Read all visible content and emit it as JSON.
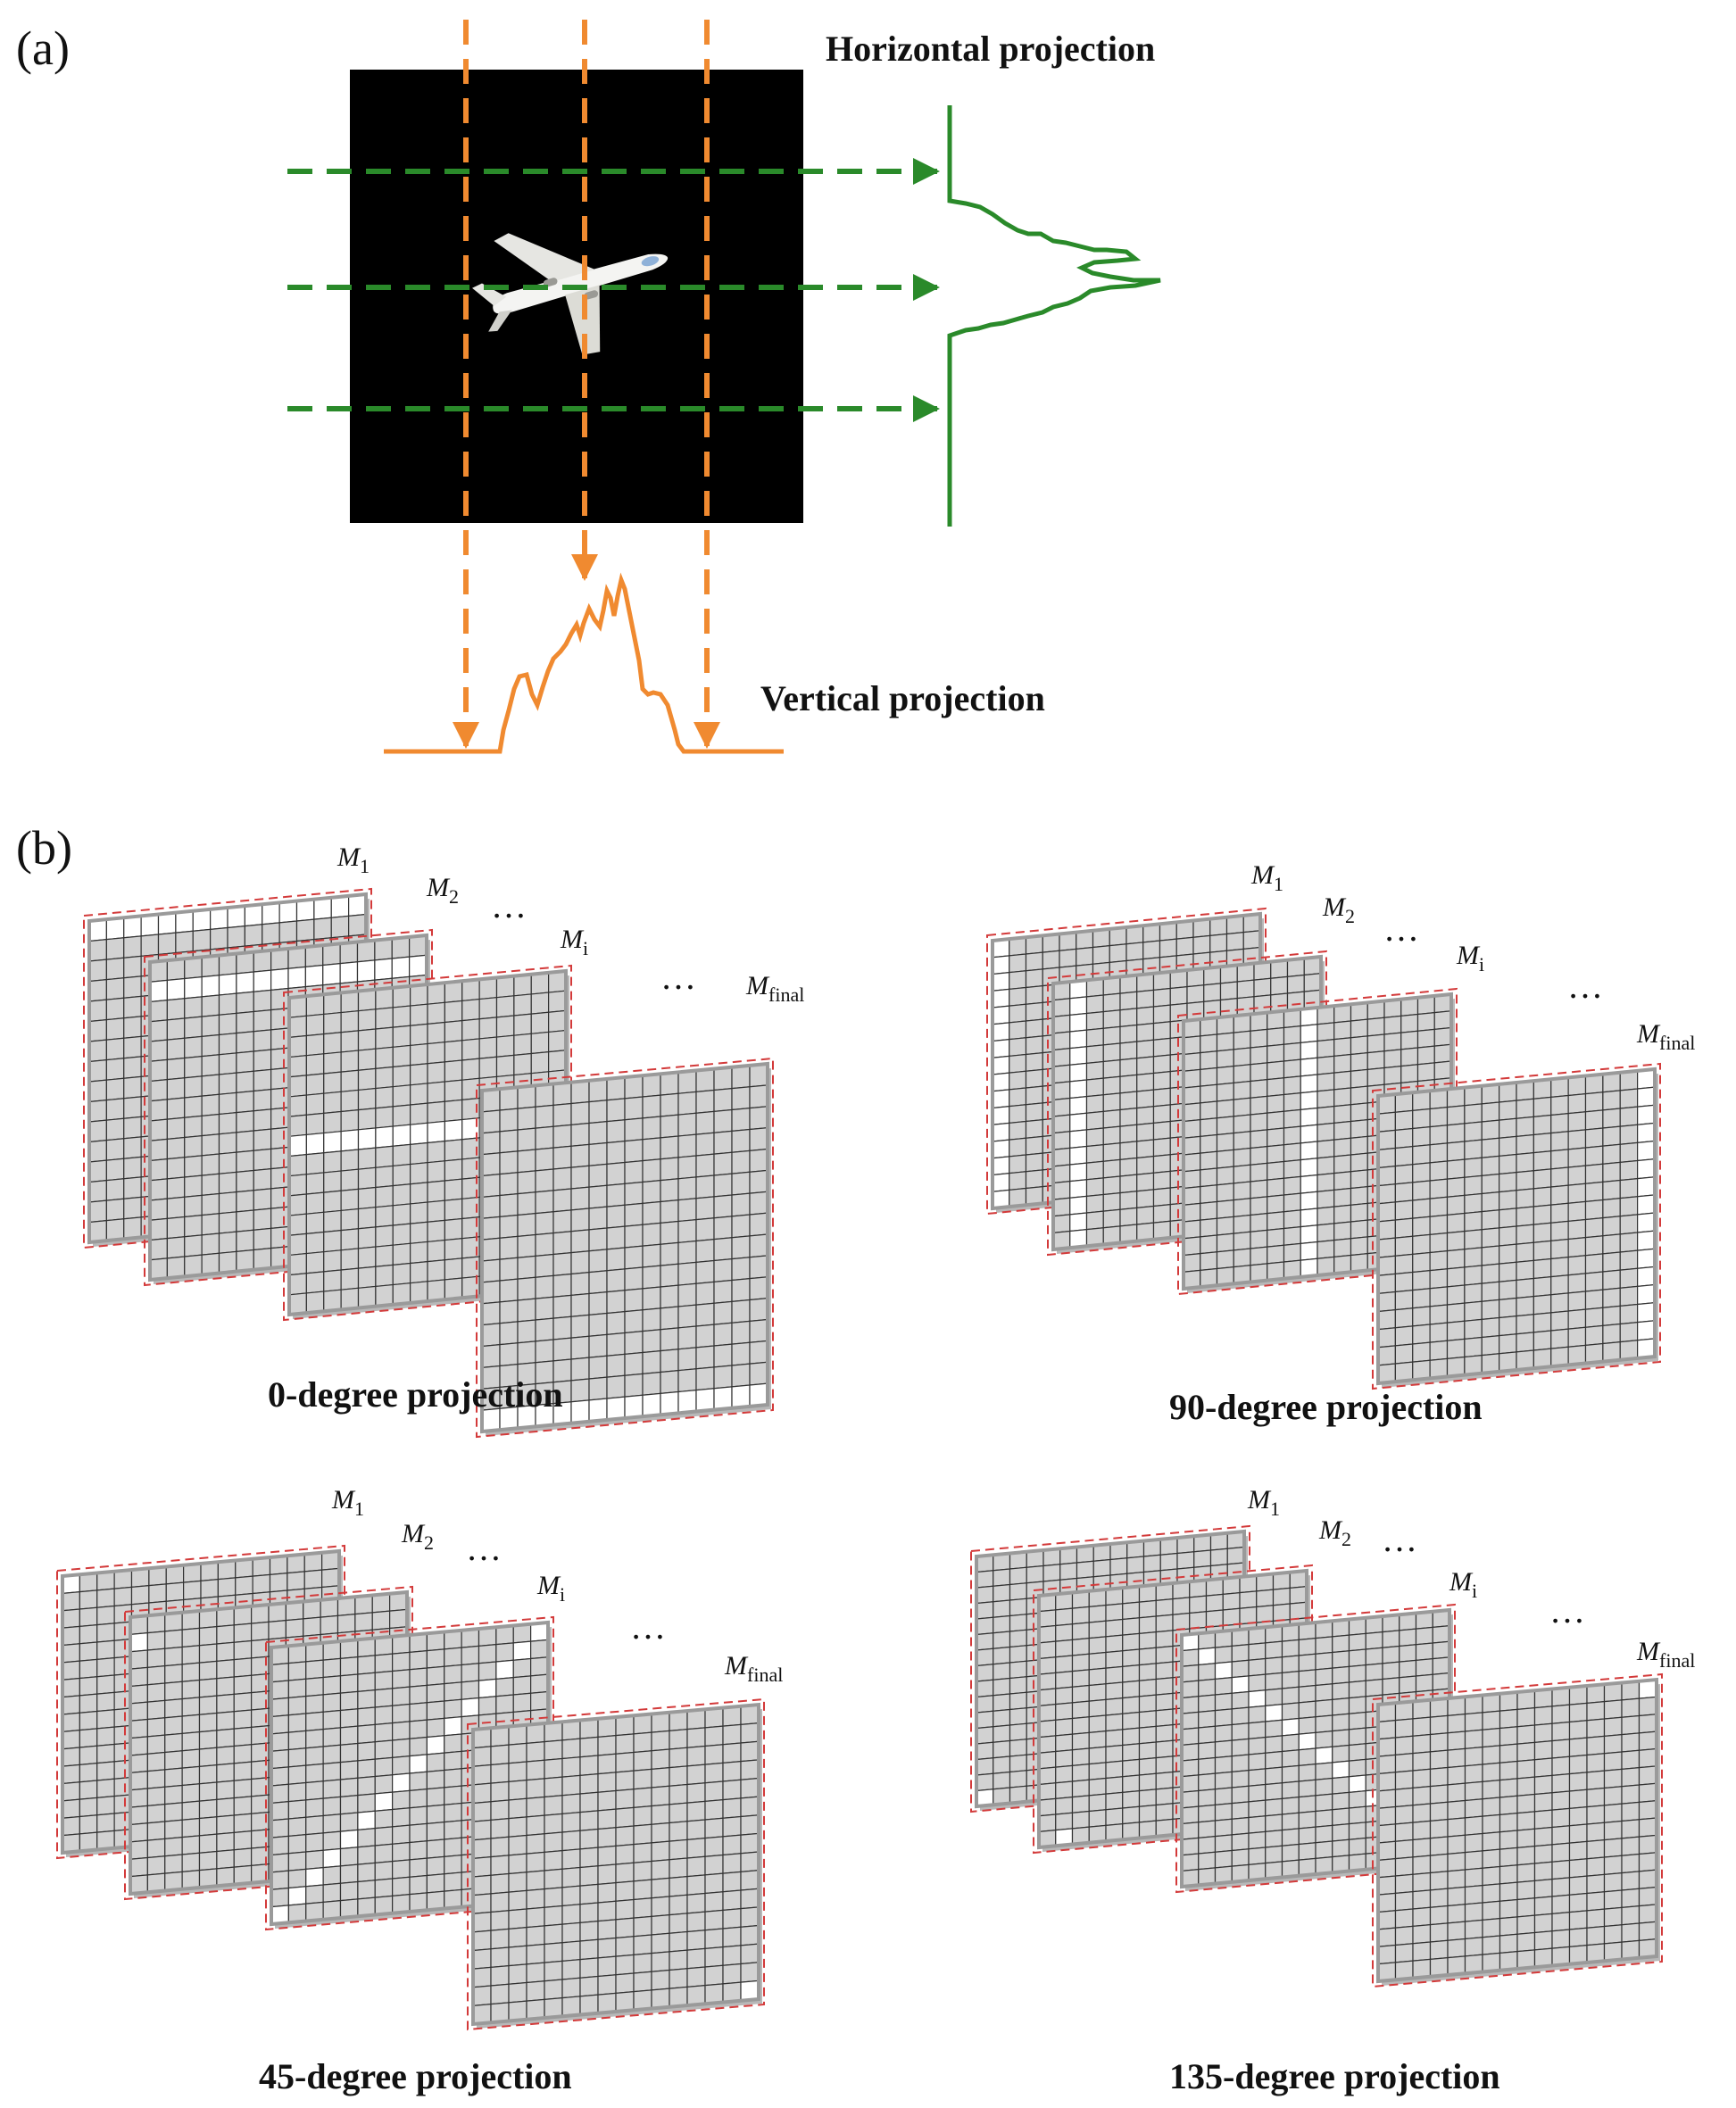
{
  "panel_a": {
    "label": "(a)",
    "horizontal_label": "Horizontal projection",
    "vertical_label": "Vertical projection",
    "image_subject": "airplane",
    "colors": {
      "horizontal": "#2a8a2a",
      "vertical": "#f08a30",
      "image_bg": "#000000"
    }
  },
  "panel_b": {
    "label": "(b)",
    "ellipsis": "…",
    "matrix_labels": [
      {
        "base": "M",
        "sub": "1"
      },
      {
        "base": "M",
        "sub": "2"
      },
      {
        "base": "M",
        "sub": "i"
      },
      {
        "base": "M",
        "sub": "final"
      }
    ],
    "groups": [
      {
        "caption": "0-degree projection",
        "direction": "0"
      },
      {
        "caption": "90-degree projection",
        "direction": "90"
      },
      {
        "caption": "45-degree projection",
        "direction": "45"
      },
      {
        "caption": "135-degree projection",
        "direction": "135"
      }
    ],
    "colors": {
      "cell_fill": "#d2d2d2",
      "grid_line": "#333333",
      "border": "#d33a3a",
      "highlight": "#ffffff"
    }
  }
}
